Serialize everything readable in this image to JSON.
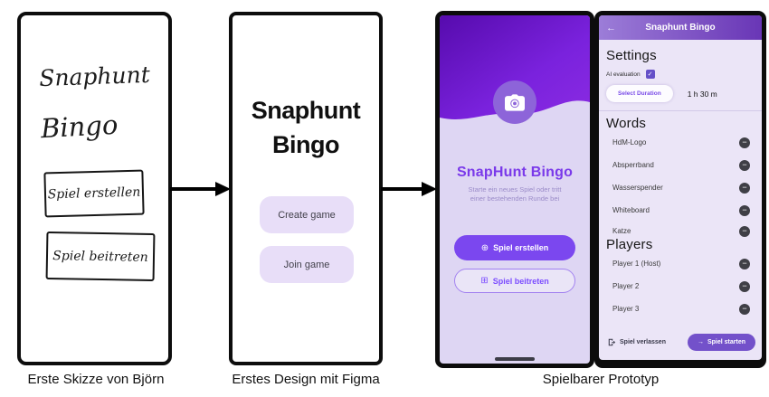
{
  "captions": {
    "sketch": "Erste Skizze von Björn",
    "figma": "Erstes Design mit Figma",
    "prototype": "Spielbarer Prototyp"
  },
  "sketch": {
    "title_line1": "Snaphunt",
    "title_line2": "Bingo",
    "create_label": "Spiel erstellen",
    "join_label": "Spiel beitreten"
  },
  "figma": {
    "title_line1": "Snaphunt",
    "title_line2": "Bingo",
    "create_label": "Create game",
    "join_label": "Join game"
  },
  "prototype": {
    "home": {
      "title": "SnapHunt Bingo",
      "subtitle_line1": "Starte ein neues Spiel oder tritt",
      "subtitle_line2": "einer bestehenden Runde bei",
      "create_label": "Spiel erstellen",
      "create_icon_glyph": "⊕",
      "join_label": "Spiel beitreten",
      "join_icon_glyph": "⊞"
    },
    "lobby": {
      "appbar_title": "Snaphunt Bingo",
      "back_glyph": "←",
      "settings_heading": "Settings",
      "ai_evaluation_label": "AI evaluation",
      "ai_evaluation_checked": true,
      "checkbox_glyph": "✓",
      "duration_button_label": "Select Duration",
      "duration_value": "1 h 30 m",
      "words_heading": "Words",
      "words": [
        "HdM-Logo",
        "Absperrband",
        "Wasserspender",
        "Whiteboard",
        "Katze"
      ],
      "remove_glyph": "−",
      "players_heading": "Players",
      "players": [
        "Player 1 (Host)",
        "Player 2",
        "Player 3"
      ],
      "leave_label": "Spiel verlassen",
      "start_label": "Spiel starten",
      "start_glyph": "→"
    }
  },
  "colors": {
    "accent_purple": "#7c4dff",
    "home_header_gradient": [
      "#560bad",
      "#8a2be2"
    ],
    "appbar_gradient": [
      "#9c7dd8",
      "#6936b6"
    ],
    "home_background": "#ded6f3",
    "lobby_background": "#ebe5f7",
    "secondary_button_bg": "#e8def8",
    "remove_button": "#3f3f46",
    "start_button": "#7351ca"
  }
}
